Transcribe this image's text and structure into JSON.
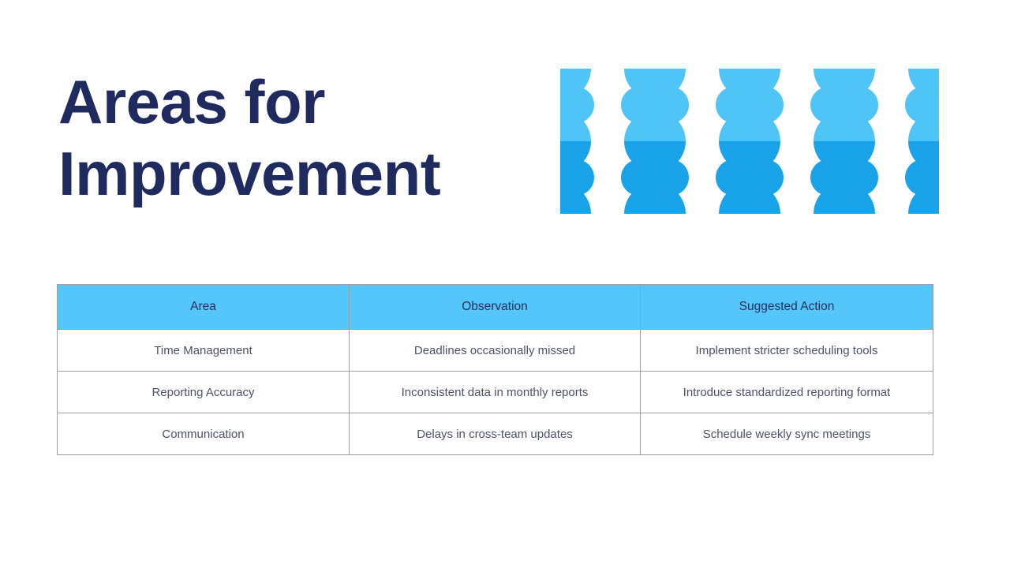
{
  "slide": {
    "title": "Areas for\nImprovement",
    "title_color": "#1F2A5E",
    "background": "#ffffff"
  },
  "decoration": {
    "name": "geometric-dot-pattern",
    "columns": 4,
    "rows": 2,
    "row_colors": [
      "#4FC4F6",
      "#19A3E8"
    ],
    "tile_shape": "four-corner-leaves-with-center-bowtie"
  },
  "table": {
    "header_background": "#54C6F9",
    "header_text_color": "#21305E",
    "body_text_color": "#4B5169",
    "border_color": "#9e9e9e",
    "columns": [
      "Area",
      "Observation",
      "Suggested Action"
    ],
    "rows": [
      {
        "area": "Time Management",
        "observation": "Deadlines occasionally missed",
        "action": "Implement stricter scheduling tools"
      },
      {
        "area": "Reporting Accuracy",
        "observation": "Inconsistent data in monthly reports",
        "action": "Introduce standardized reporting format"
      },
      {
        "area": "Communication",
        "observation": "Delays in cross-team updates",
        "action": "Schedule weekly sync meetings"
      }
    ]
  }
}
